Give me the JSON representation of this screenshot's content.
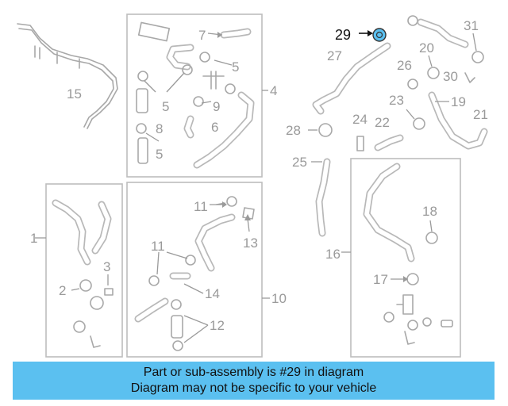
{
  "diagram": {
    "highlight": {
      "label": "29",
      "color": "#5bc0f0"
    },
    "callouts": [
      "1",
      "2",
      "3",
      "4",
      "5",
      "5",
      "5",
      "5",
      "6",
      "7",
      "8",
      "9",
      "10",
      "11",
      "11",
      "12",
      "13",
      "14",
      "15",
      "16",
      "17",
      "18",
      "19",
      "20",
      "21",
      "22",
      "23",
      "24",
      "25",
      "26",
      "27",
      "28",
      "30",
      "31"
    ]
  },
  "banner": {
    "line1": "Part or sub-assembly is #29 in diagram",
    "line2": "Diagram may not be specific to your vehicle",
    "color": "#5bc0f0"
  }
}
